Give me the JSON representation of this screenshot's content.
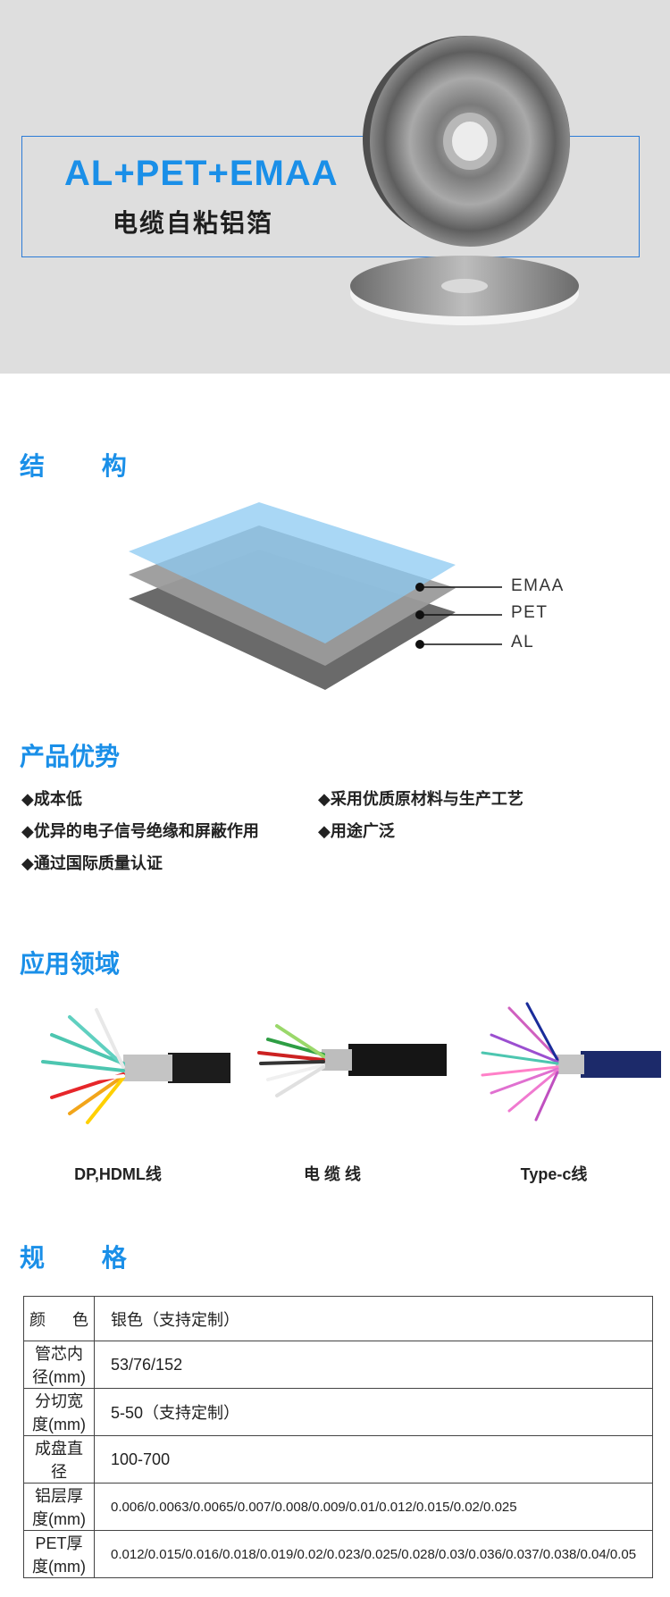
{
  "hero": {
    "title": "AL+PET+EMAA",
    "subtitle": "电缆自粘铝箔"
  },
  "structure": {
    "title": "结 构",
    "layers": [
      "EMAA",
      "PET",
      "AL"
    ],
    "colors": {
      "emaa": "#8ccaf2",
      "pet": "#9a9a9a",
      "al": "#6a6a6a"
    }
  },
  "advantages": {
    "title": "产品优势",
    "items": [
      "◆成本低",
      "◆采用优质原材料与生产工艺",
      "◆优异的电子信号绝缘和屏蔽作用",
      "◆用途广泛",
      "◆通过国际质量认证"
    ]
  },
  "applications": {
    "title": "应用领域",
    "items": [
      "DP,HDML线",
      "电 缆 线",
      "Type-c线"
    ]
  },
  "spec": {
    "title": "规 格",
    "rows": [
      {
        "key": "颜      色",
        "value": "银色（支持定制）"
      },
      {
        "key": "管芯内径(mm)",
        "value": "53/76/152"
      },
      {
        "key": "分切宽度(mm)",
        "value": "5-50（支持定制）"
      },
      {
        "key": "成盘直径",
        "value": "100-700"
      },
      {
        "key": "铝层厚度(mm)",
        "value": "0.006/0.0063/0.0065/0.007/0.008/0.009/0.01/0.012/0.015/0.02/0.025"
      },
      {
        "key": "PET厚度(mm)",
        "value": "0.012/0.015/0.016/0.018/0.019/0.02/0.023/0.025/0.028/0.03/0.036/0.037/0.038/0.04/0.05"
      }
    ]
  },
  "accent_color": "#1a8fe8"
}
